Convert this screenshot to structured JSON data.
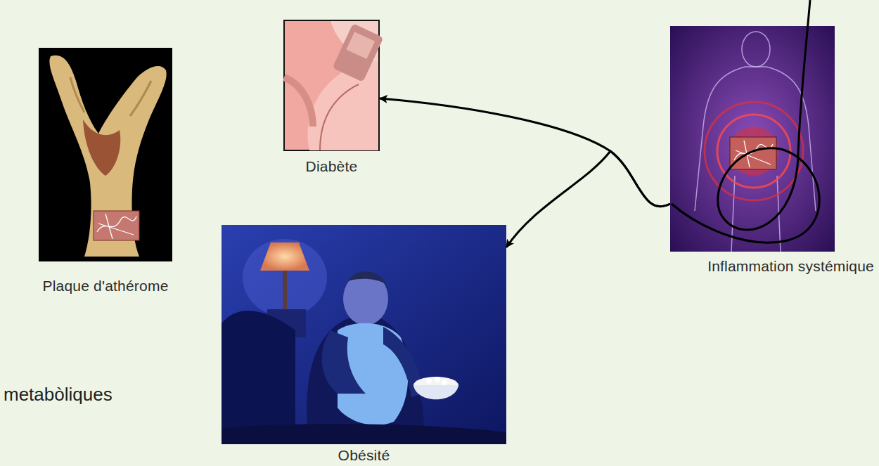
{
  "diagram": {
    "nodes": [
      {
        "text": [
          "Plaque d'athérome"
        ]
      },
      {
        "text": [
          "Diabète"
        ]
      },
      {
        "text": [
          "Obésité"
        ]
      },
      {
        "text": [
          "Inflammation systémique"
        ]
      }
    ],
    "edges": [
      {
        "from": 3,
        "to": 1,
        "arrow": "to"
      },
      {
        "from": 3,
        "to": 2,
        "arrow": "to"
      }
    ],
    "labels": [
      "metabòliques"
    ]
  }
}
